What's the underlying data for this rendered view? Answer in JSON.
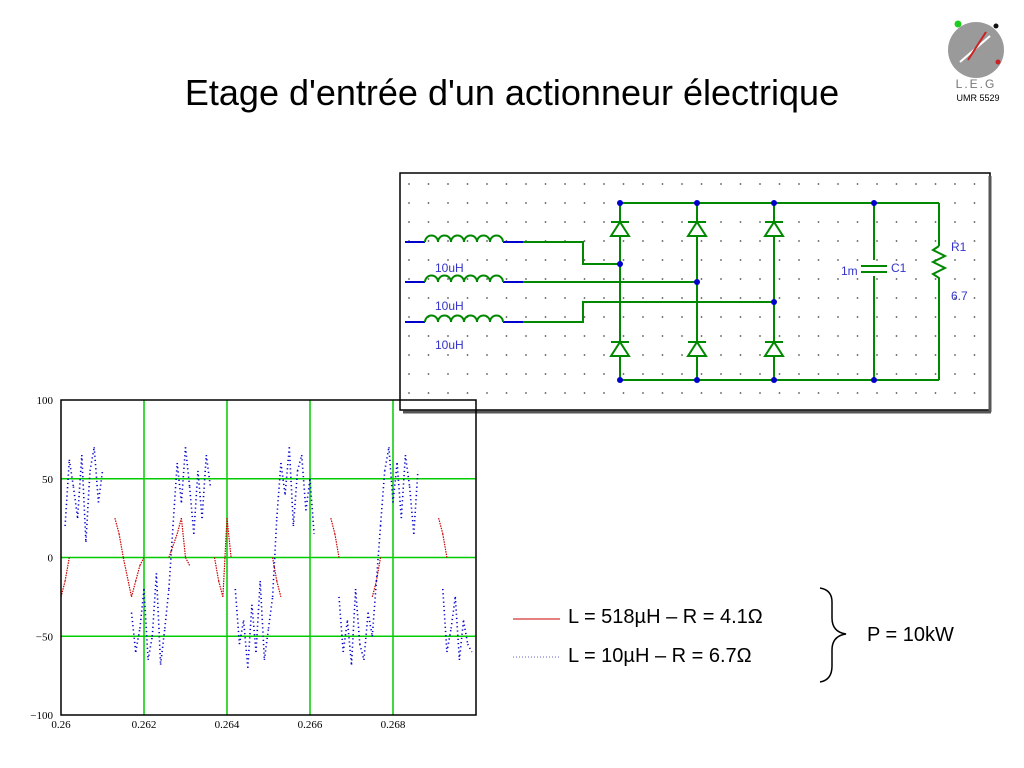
{
  "slide": {
    "title": "Etage d'entrée d'un actionneur électrique"
  },
  "logo": {
    "name": "L.E.G",
    "subtitle": "UMR 5529"
  },
  "circuit": {
    "inductor_labels": [
      "10uH",
      "10uH",
      "10uH"
    ],
    "capacitor_value": "1m",
    "capacitor_name": "C1",
    "resistor_name": "R1",
    "resistor_value": "6.7"
  },
  "legend": {
    "entries": [
      {
        "text": "L = 518µH – R = 4.1Ω",
        "color": "#cc0000",
        "style": "solid"
      },
      {
        "text": "L = 10µH – R = 6.7Ω",
        "color": "#0000cc",
        "style": "dotted"
      }
    ],
    "power_label": "P = 10kW"
  },
  "chart_data": {
    "type": "line",
    "x_ticks": [
      "0.26",
      "0.262",
      "0.264",
      "0.266",
      "0.268"
    ],
    "y_ticks": [
      "100",
      "50",
      "0",
      "−50",
      "−100"
    ],
    "xlim": [
      0.26,
      0.27
    ],
    "ylim": [
      -100,
      100
    ],
    "grid": true,
    "grid_color": "#00cc00",
    "series": [
      {
        "name": "L = 518µH – R = 4.1Ω",
        "color": "#cc0000",
        "style": "solid",
        "x": [
          0.26,
          0.2601,
          0.2602,
          0.2613,
          0.2614,
          0.2615,
          0.2617,
          0.2618,
          0.2619,
          0.262,
          0.2626,
          0.2628,
          0.2629,
          0.263,
          0.2631,
          0.2637,
          0.2638,
          0.2639,
          0.264,
          0.2641,
          0.2651,
          0.2652,
          0.2653,
          0.2665,
          0.2666,
          0.2667,
          0.2675,
          0.2676,
          0.2677,
          0.2691,
          0.2692,
          0.2693
        ],
        "y": [
          -25,
          -15,
          0,
          25,
          15,
          0,
          -25,
          -15,
          -5,
          0,
          0,
          15,
          25,
          0,
          -5,
          0,
          -15,
          -25,
          25,
          0,
          0,
          -15,
          -25,
          25,
          15,
          0,
          -25,
          -15,
          0,
          25,
          15,
          0
        ]
      },
      {
        "name": "L = 10µH – R = 6.7Ω",
        "color": "#0000cc",
        "style": "dotted",
        "x": [
          0.2601,
          0.2602,
          0.2603,
          0.2604,
          0.2605,
          0.2606,
          0.2607,
          0.2608,
          0.2609,
          0.261,
          0.2617,
          0.2618,
          0.2619,
          0.262,
          0.2621,
          0.2622,
          0.2623,
          0.2624,
          0.2625,
          0.2626,
          0.2627,
          0.2628,
          0.2629,
          0.263,
          0.2631,
          0.2632,
          0.2633,
          0.2634,
          0.2635,
          0.2636,
          0.2642,
          0.2643,
          0.2644,
          0.2645,
          0.2646,
          0.2647,
          0.2648,
          0.2649,
          0.265,
          0.2651,
          0.2652,
          0.2653,
          0.2654,
          0.2655,
          0.2656,
          0.2657,
          0.2658,
          0.2659,
          0.266,
          0.2661,
          0.2667,
          0.2668,
          0.2669,
          0.267,
          0.2671,
          0.2672,
          0.2673,
          0.2674,
          0.2675,
          0.2676,
          0.2677,
          0.2678,
          0.2679,
          0.268,
          0.2681,
          0.2682,
          0.2683,
          0.2684,
          0.2685,
          0.2686,
          0.2692,
          0.2693,
          0.2694,
          0.2695,
          0.2696,
          0.2697,
          0.2698,
          0.2699
        ],
        "y": [
          20,
          62,
          45,
          25,
          65,
          10,
          55,
          70,
          35,
          55,
          -35,
          -60,
          -45,
          -20,
          -65,
          -50,
          -10,
          -68,
          -45,
          -20,
          20,
          60,
          35,
          70,
          45,
          15,
          55,
          25,
          65,
          45,
          -20,
          -55,
          -40,
          -70,
          -30,
          -60,
          -15,
          -65,
          -45,
          -25,
          25,
          60,
          40,
          70,
          20,
          55,
          65,
          30,
          50,
          15,
          -25,
          -60,
          -40,
          -68,
          -20,
          -55,
          -65,
          -35,
          -50,
          -15,
          20,
          55,
          70,
          35,
          60,
          25,
          65,
          45,
          15,
          55,
          -20,
          -60,
          -45,
          -25,
          -65,
          -40,
          -55,
          -60
        ]
      }
    ]
  }
}
